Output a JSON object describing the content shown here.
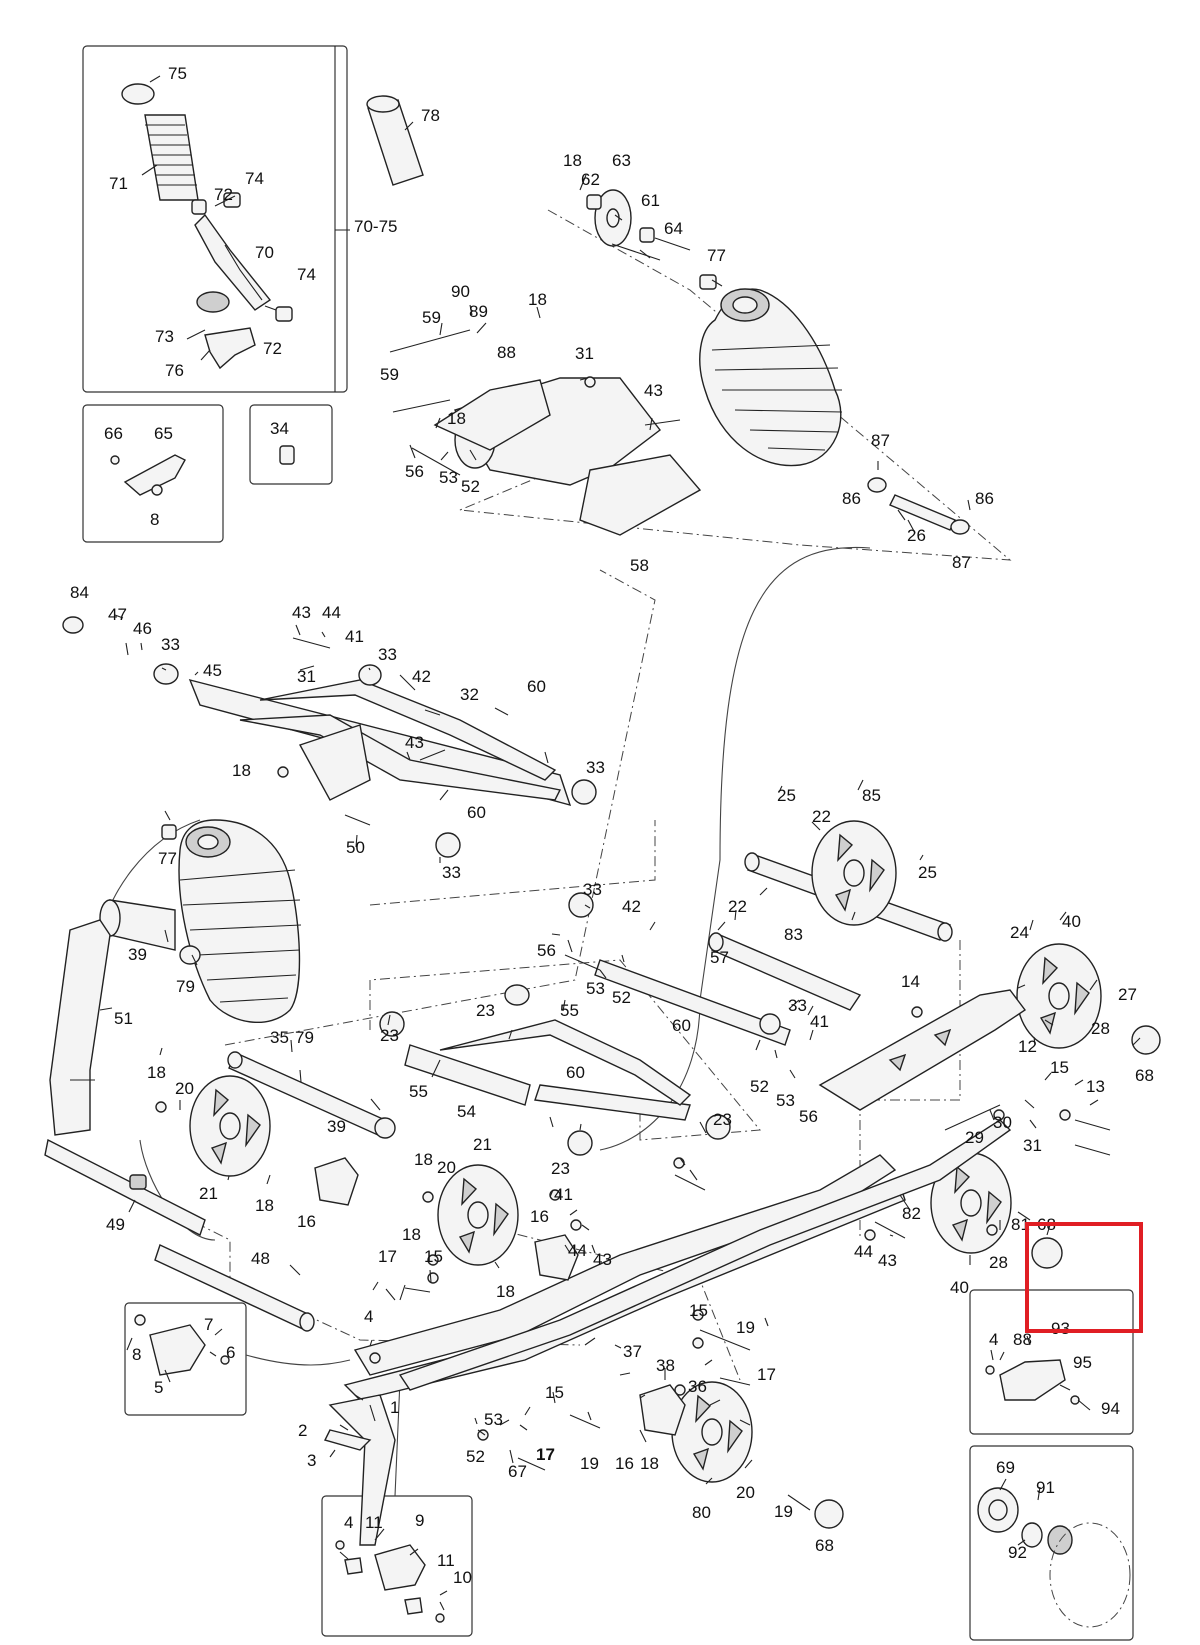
{
  "labels": [
    "1",
    "2",
    "3",
    "4",
    "5",
    "6",
    "7",
    "8",
    "9",
    "10",
    "11",
    "12",
    "13",
    "14",
    "15",
    "16",
    "17",
    "18",
    "19",
    "20",
    "21",
    "22",
    "23",
    "24",
    "25",
    "26",
    "27",
    "28",
    "29",
    "30",
    "31",
    "32",
    "33",
    "34",
    "35",
    "36",
    "37",
    "38",
    "39",
    "40",
    "41",
    "42",
    "43",
    "44",
    "45",
    "46",
    "47",
    "48",
    "49",
    "50",
    "51",
    "52",
    "53",
    "54",
    "55",
    "56",
    "57",
    "58",
    "59",
    "60",
    "61",
    "62",
    "63",
    "64",
    "65",
    "66",
    "67",
    "68",
    "69",
    "70",
    "71",
    "72",
    "73",
    "74",
    "75",
    "76",
    "77",
    "78",
    "79",
    "80",
    "81",
    "82",
    "83",
    "84",
    "85",
    "86",
    "87",
    "88",
    "89",
    "90",
    "91",
    "92",
    "93",
    "94",
    "95",
    "70-75"
  ],
  "highlight": {
    "label": "93",
    "color": "#e01e24"
  }
}
